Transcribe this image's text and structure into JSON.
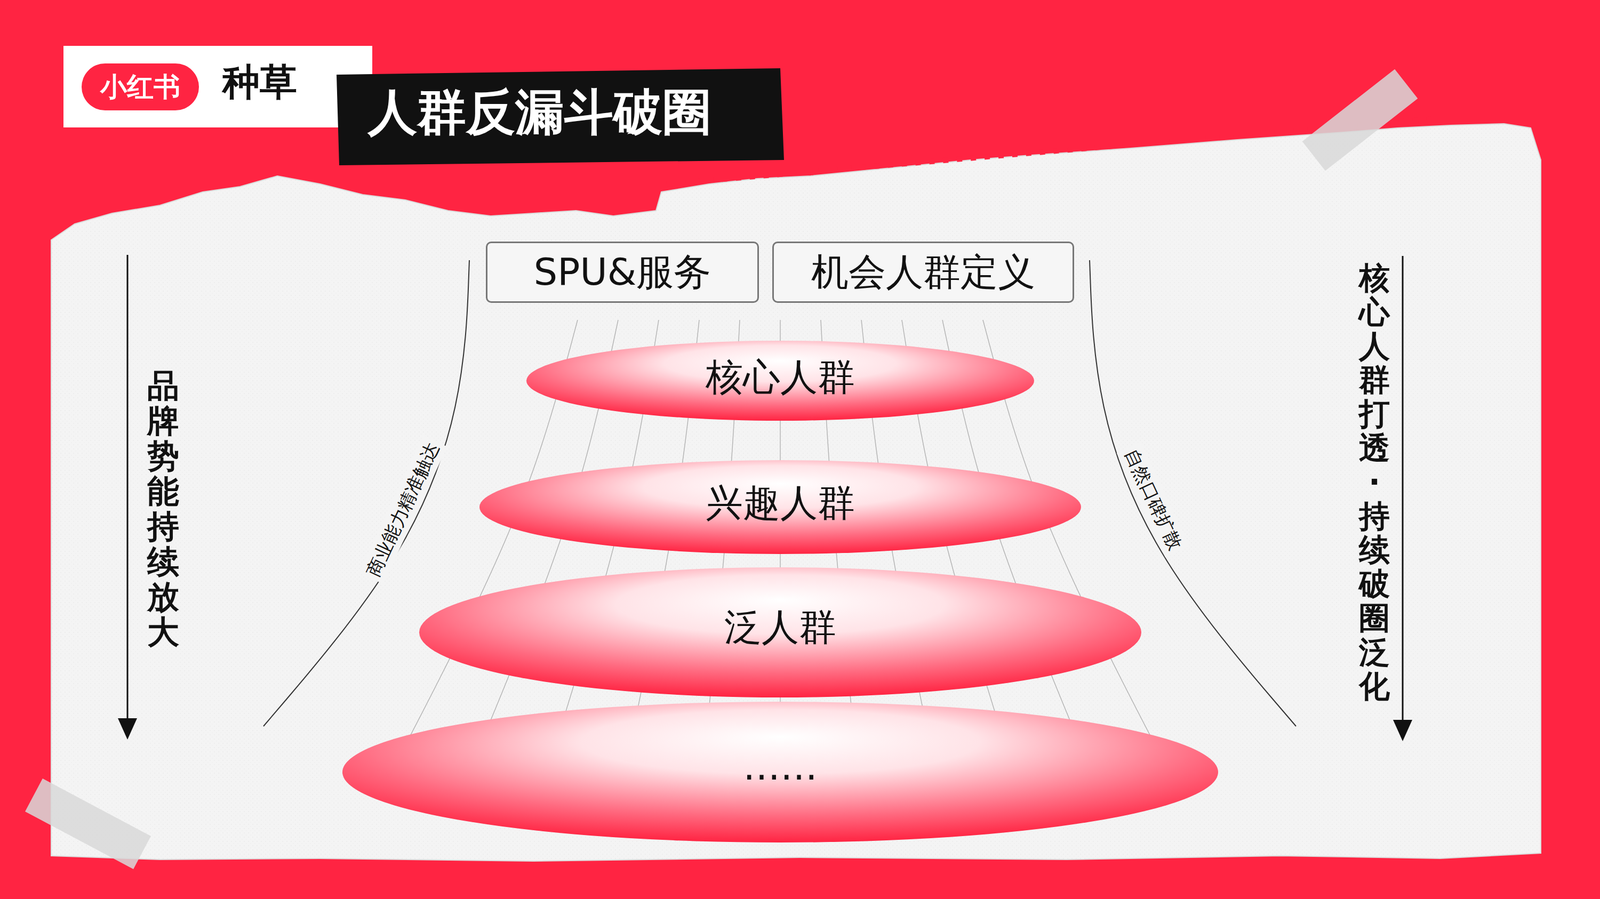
{
  "diagram": {
    "title": "人群反漏斗破圈",
    "nodes": [
      {
        "text": [
          "小红书"
        ]
      },
      {
        "text": [
          "SPU&服务"
        ]
      },
      {
        "text": [
          "机会人群定义"
        ]
      },
      {
        "text": [
          "核心人群"
        ]
      },
      {
        "text": [
          "兴趣人群"
        ]
      },
      {
        "text": [
          "泛人群"
        ]
      },
      {
        "text": [
          "……"
        ]
      }
    ],
    "labels": [
      "种草",
      "品牌势能持续放大",
      "商业能力精准触达",
      "自然口碑扩散",
      "核心人群打透·持续破圈泛化"
    ]
  }
}
